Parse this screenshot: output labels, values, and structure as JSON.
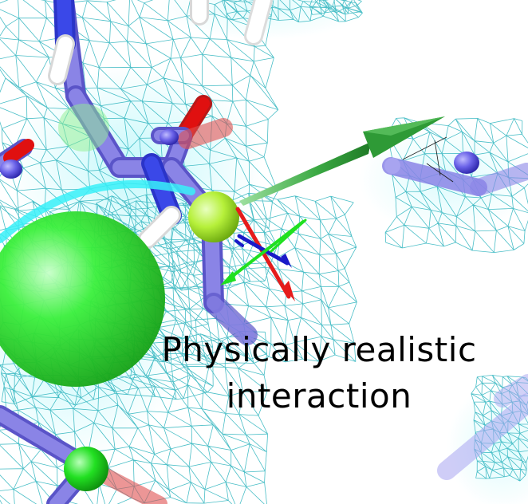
{
  "caption": {
    "line1": "Physically realistic",
    "line2": "interaction"
  },
  "icons": [
    "molecule-render",
    "interaction-arrow",
    "axis-gizmo"
  ],
  "colors": {
    "mesh": "#2ab3bd",
    "mesh_light": "#7fe6ee",
    "bond": "#8a84e6",
    "bond_dark": "#5a54c8",
    "oxygen": "#e01010",
    "nitrogen": "#3a48e8",
    "hydrogen": "#ffffff",
    "sphere_green": "#22e022",
    "atom_yellow_green": "#b6f03a",
    "arrow_green": "#2e9a36",
    "axis_red": "#e51c1c",
    "axis_green": "#20e020",
    "axis_blue": "#1a1ac8",
    "background": "#ffffff"
  }
}
